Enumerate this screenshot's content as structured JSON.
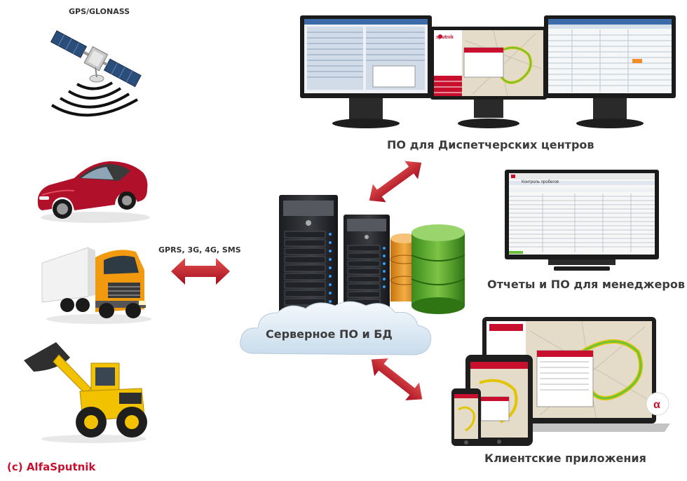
{
  "labels": {
    "gps": "GPS/GLONASS",
    "channels": "GPRS, 3G, 4G, SMS",
    "dispatch": "ПО для Диспетчерских центров",
    "reports": "Отчеты и ПО для менеджеров",
    "server": "Серверное ПО и БД",
    "clients": "Клиентские приложения",
    "copyright": "(c) AlfaSputnik"
  },
  "screens": {
    "brand": "sputnik",
    "reports_window_title": "Контроль пробегов",
    "alert_popup_title": "ИНФОРМАЦИЯ О СИГНАЛЕ"
  },
  "colors": {
    "arrow_red": "#c8102e",
    "brand_red": "#c8102e",
    "server_dark": "#2b2d30",
    "db_green": "#5aa52b",
    "db_orange": "#e8951e",
    "car_red": "#b0102a",
    "truck_orange": "#f29a0f",
    "loader_yellow": "#f2c200"
  },
  "icons": [
    "satellite-icon",
    "car-icon",
    "truck-icon",
    "wheel-loader-icon",
    "server-icon",
    "database-icon",
    "cloud-icon",
    "monitor-icon",
    "laptop-icon",
    "tablet-icon",
    "phone-icon",
    "sputnik-logo-icon"
  ]
}
